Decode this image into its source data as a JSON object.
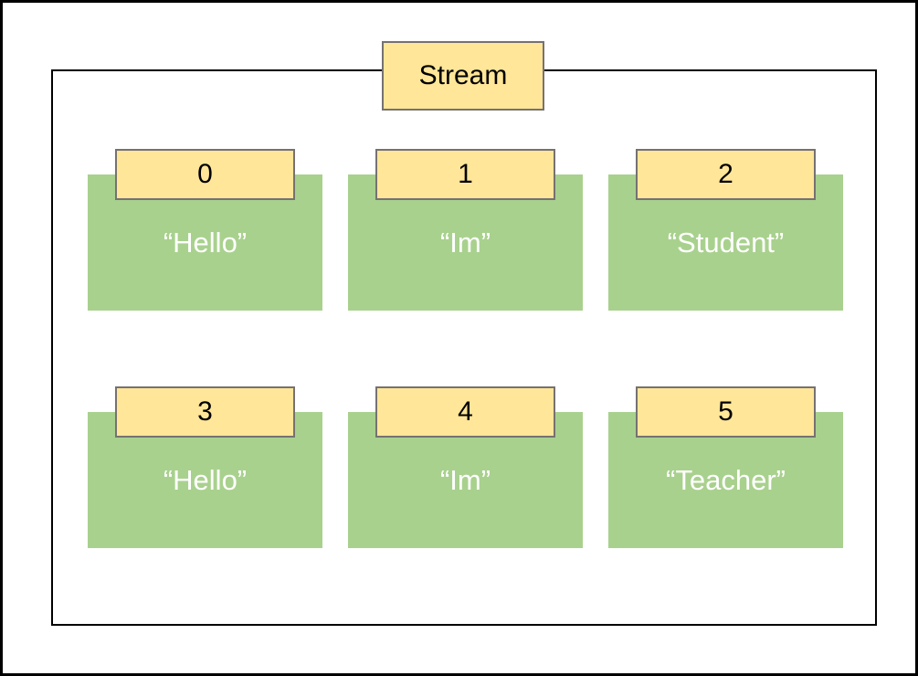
{
  "title": {
    "label": "Stream"
  },
  "colors": {
    "tab_fill": "#FFE699",
    "cell_fill": "#A9D18E",
    "tab_border": "#767171",
    "frame_border": "#000000",
    "index_text": "#000000",
    "value_text": "#FFFFFF"
  },
  "cells": [
    {
      "index": "0",
      "value": "“Hello”"
    },
    {
      "index": "1",
      "value": "“Im”"
    },
    {
      "index": "2",
      "value": "“Student”"
    },
    {
      "index": "3",
      "value": "“Hello”"
    },
    {
      "index": "4",
      "value": "“Im”"
    },
    {
      "index": "5",
      "value": "“Teacher”"
    }
  ]
}
